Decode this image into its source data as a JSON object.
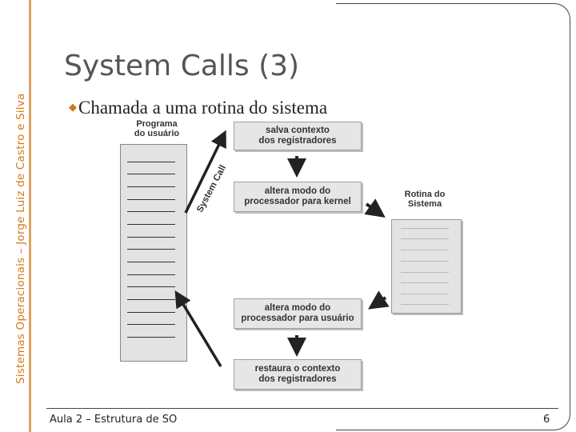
{
  "sidebar": {
    "text": "Sistemas Operacionais – Jorge Luiz de Castro e Silva"
  },
  "slide": {
    "title": "System Calls (3)",
    "bullet": "Chamada a uma rotina do sistema"
  },
  "diagram": {
    "program_label_line1": "Programa",
    "program_label_line2": "do usuário",
    "system_call_label": "System Call",
    "steps": [
      {
        "line1": "salva contexto",
        "line2": "dos registradores"
      },
      {
        "line1": "altera modo do",
        "line2": "processador para kernel"
      },
      {
        "line1": "altera modo do",
        "line2": "processador para usuário"
      },
      {
        "line1": "restaura o contexto",
        "line2": "dos registradores"
      }
    ],
    "routine_label_line1": "Rotina do",
    "routine_label_line2": "Sistema"
  },
  "footer": {
    "left": "Aula 2 – Estrutura de SO",
    "page_number": "6"
  },
  "colors": {
    "accent": "#d2791c",
    "title": "#555555"
  }
}
